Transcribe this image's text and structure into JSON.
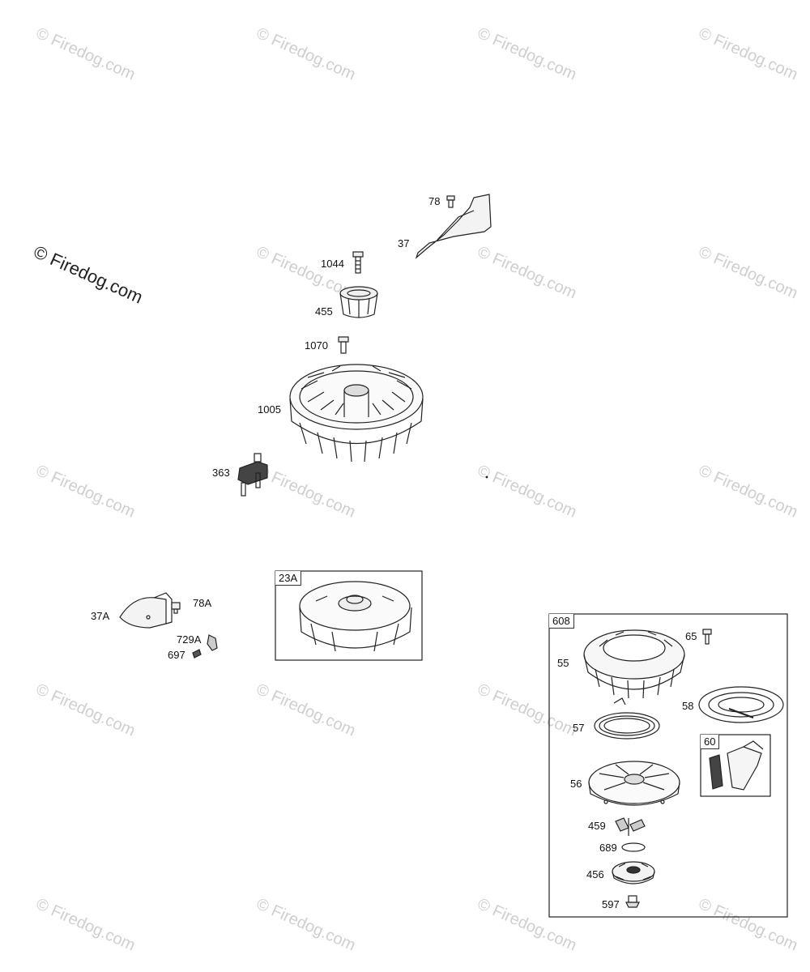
{
  "watermark": {
    "text": "© Firedog.com",
    "main_text": "© Firedog.com"
  },
  "parts": {
    "p78": "78",
    "p37": "37",
    "p1044": "1044",
    "p455": "455",
    "p1070": "1070",
    "p1005": "1005",
    "p363": "363",
    "p37A": "37A",
    "p78A": "78A",
    "p729A": "729A",
    "p697": "697",
    "p23A": "23A",
    "p608": "608",
    "p55": "55",
    "p65": "65",
    "p58": "58",
    "p57": "57",
    "p60": "60",
    "p56": "56",
    "p459": "459",
    "p689": "689",
    "p456": "456",
    "p597": "597"
  }
}
